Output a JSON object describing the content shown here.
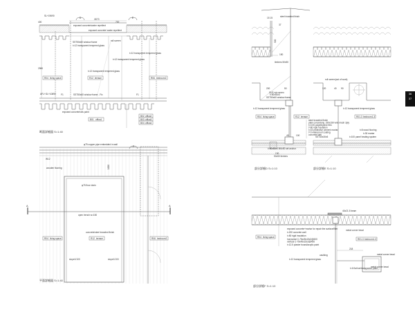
{
  "page": {
    "tab_numbers": [
      "36",
      "37"
    ]
  },
  "drawing_a": {
    "title": "断面詳細図 S=1:40",
    "level_top": "SL+19690",
    "level_floor": "AFL+GL+10890",
    "dim_top": "8070",
    "dims_side": [
      "400",
      "700",
      "2980"
    ],
    "section_marks": [
      "D",
      "E"
    ],
    "labels": {
      "exposed_concrete_water_repellent": "exposed concrete/water repellent",
      "exposed_concrete_water_repellent_2": "exposed concrete/ water repellent",
      "window_frame": "SST50x60 window frame",
      "glass_1": "t=12 transparent tempered glass",
      "glass_2": "t=12 transparent tempered glass",
      "glass_3": "t=12 transparent tempered glass",
      "glass_4": "t=12 transparent tempered glass",
      "rail_screen": "rail screen",
      "window_frame_fix": "SST50x60 window frame - Fix",
      "exposed_concrete_oil_paint": "exposed concrete/oils paint",
      "f1": "F1",
      "f2": "F1"
    },
    "rooms": [
      {
        "code": "R04",
        "name": "living space"
      },
      {
        "code": "R12",
        "name": "terrace"
      },
      {
        "code": "R06",
        "name": "bedroom2"
      },
      {
        "code": "B01",
        "name": "offica1"
      },
      {
        "code": "B02",
        "name": "offica2"
      },
      {
        "code": "B03",
        "name": "offica3"
      },
      {
        "code": "B04",
        "name": "offica4"
      }
    ]
  },
  "drawing_b": {
    "title": "平面詳細図 S=1:40",
    "section_mark": "F",
    "cut_label": "A",
    "labels": {
      "copper_pipe": "φ75 copper pipe embedded in wall",
      "w12": "W12",
      "wooden_flooring": "wooden flooring",
      "floor_drain": "φ75 floor drain",
      "open_trench": "open trench w=150",
      "dim_1000": "1000",
      "troweled_finish": "concrete/steel troweled finish",
      "slope_1": "slope1/100",
      "slope_2": "slope1/100"
    },
    "rooms": [
      {
        "code": "R04",
        "name": "living space"
      },
      {
        "code": "R12",
        "name": "terrace"
      },
      {
        "code": "R06",
        "name": "bedroom2"
      }
    ]
  },
  "drawing_d": {
    "title": "部分詳細D S=1:10",
    "labels": {
      "steel_finish": "steel troweled finish",
      "dims_top": "15 15",
      "dim_37": "37",
      "dim_520": "520",
      "dim_150": "150",
      "timbers": "timbers 50x50",
      "dim_200": "200",
      "dim_50": "50",
      "sus_screen": "SUS wir.screen",
      "window_frame": "SST50x60 window frame",
      "frame_small": "t=50x50x4",
      "glass": "t=12 transparent tempered glass",
      "dim_40": "40",
      "dim_100": "100",
      "anchor": "t=50x50x4 M6x50 set anchor",
      "dim_130": "130",
      "timbers_2": "50x50 timbers"
    },
    "layers": [
      "steel troweled finish",
      "plain concrete/φ, 150x150 wire mesh 3ply",
      "t=0.05 polyethylene film",
      "t=80 rigid insulation",
      "t=15 protective cement mortar",
      "t=3 waterproof coating",
      "concrete slab"
    ],
    "rooms": [
      {
        "code": "R04",
        "name": "living space"
      },
      {
        "code": "R12",
        "name": "terrace"
      }
    ]
  },
  "drawing_e": {
    "title": "部分詳細E S=1:10",
    "labels": {
      "roll_screen": "roll screen(out of work)",
      "dim_120": "120",
      "dim_40": "40",
      "dim_90": "90",
      "glass": "t=12 transparent tempered glass",
      "frame": "SST40x30x5",
      "wood_flooring": "t=8 wood flooring",
      "mortar": "t=30 mortar",
      "heating": "t=100 panel heating system"
    },
    "rooms": [
      {
        "code": "R01-3",
        "name": "bedroom1-3"
      }
    ]
  },
  "drawing_f": {
    "title": "部分詳細F S=1:10",
    "labels": {
      "beam": "40x21.5 beam",
      "corner_bead": "metal corner bead",
      "caulking": "caulking",
      "glass": "t=12 transparent tempered glass",
      "flat_bar": "t=6 flat bar/transparent paint",
      "metal_corner_1": "metal corner bead",
      "metal_corner_2": "metal corner bead",
      "dim_218": "218"
    },
    "layers": [
      "exposed concrete+mortar for repair the surface/filler",
      "t=200 concrete wall",
      "t=80 rigid insulation",
      "horizontal C-75x45x15x2@600",
      "vertical C-75x45x15x2@450",
      "t=12.5 plaster board/acrylic paint"
    ],
    "rooms": [
      {
        "code": "R04",
        "name": "living space"
      },
      {
        "code": "R01-3",
        "name": "bedroom1-3"
      }
    ]
  }
}
